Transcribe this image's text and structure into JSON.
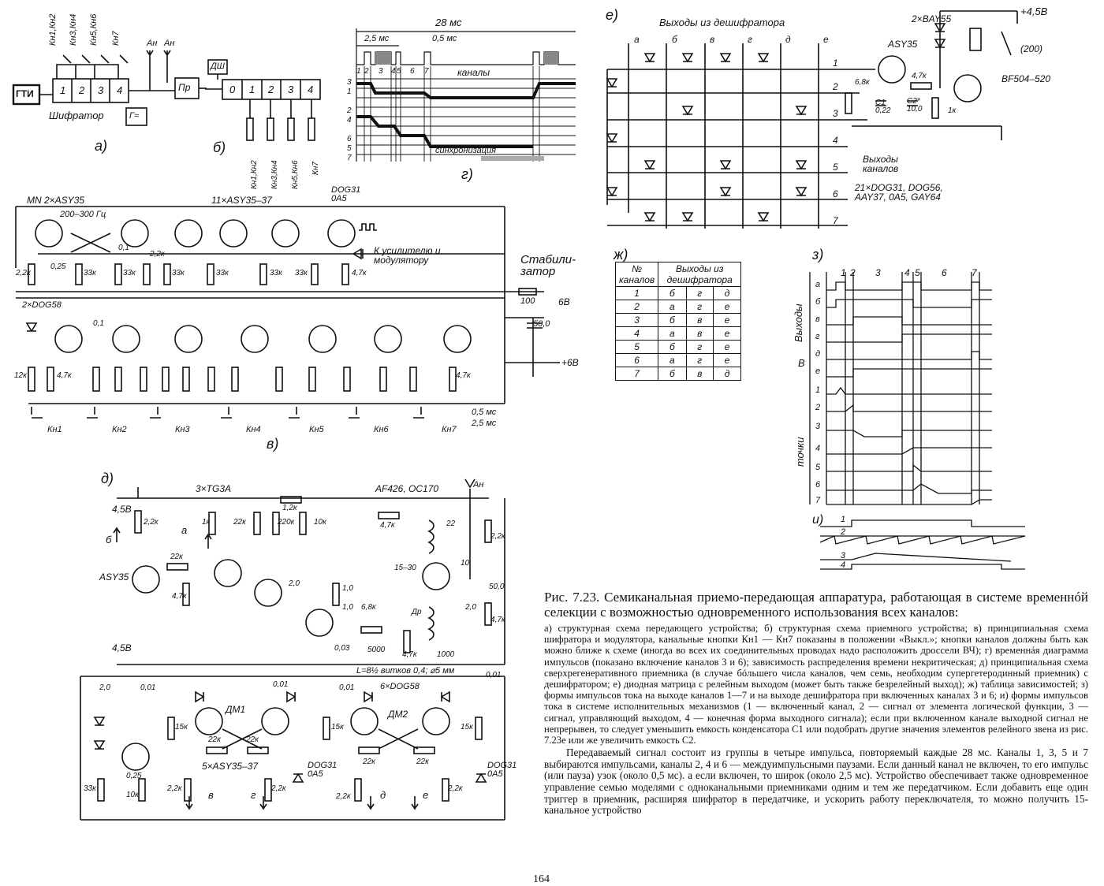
{
  "figure": {
    "panel_labels": [
      "а)",
      "б)",
      "в)",
      "г)",
      "д)",
      "е)",
      "ж)",
      "з)",
      "и)"
    ],
    "a": {
      "blocks": [
        "ГТИ",
        "1",
        "2",
        "3",
        "4",
        "Пр"
      ],
      "encoder_label": "Шифратор",
      "generator": "Г≈",
      "antenna": "Ан",
      "keys": [
        "Кн1,Кн2",
        "Кн3,Кн4",
        "Кн5,Кн6",
        "Кн7"
      ]
    },
    "b": {
      "decoder": "ДШ",
      "blocks": [
        "0",
        "1",
        "2",
        "3",
        "4"
      ],
      "outputs": [
        "Кн1,Кн2",
        "Кн3,Кн4",
        "Кн5,Кн6",
        "Кн7"
      ]
    },
    "g": {
      "period": "28 мс",
      "wide": "2,5 мс",
      "narrow": "0,5 мс",
      "channels": "каналы",
      "sync": "синхронизация",
      "slots": [
        "1",
        "2",
        "3",
        "4",
        "5",
        "6",
        "7"
      ],
      "rows": [
        "3",
        "1",
        "2",
        "4",
        "6",
        "5",
        "7"
      ]
    },
    "v": {
      "mn": "MN 2×ASY35",
      "freq": "200–300 Гц",
      "transistors": "11×ASY35–37",
      "diode": "DOG31 0A5",
      "to_amp": "К усилителю и модулятору",
      "stabilizer": "Стабили-затор",
      "v6": "6В",
      "v6b": "+6В",
      "r100": "100",
      "c50": "50,0",
      "diodes": "2×DOG58",
      "times": [
        "0,5 мс",
        "2,5 мс"
      ],
      "keys": [
        "Кн1",
        "Кн2",
        "Кн3",
        "Кн4",
        "Кн5",
        "Кн6",
        "Кн7"
      ],
      "values": [
        "2,2к",
        "0,25",
        "33к",
        "33к",
        "0,1",
        "2,2к",
        "33к",
        "33к",
        "33к",
        "33к",
        "4,7к",
        "0,1",
        "12к",
        "4,7к",
        "4,7к"
      ]
    },
    "d": {
      "supply": "4,5В",
      "supply2": "4,5В",
      "transistors3": "3×TG3A",
      "hf": "AF426, OC170",
      "antenna": "Ан",
      "asy": "ASY35",
      "dm1": "ДМ1",
      "dm2": "ДМ2",
      "diodes6": "6×DOG58",
      "trans5": "5×ASY35–37",
      "diode": "DOG31 0A5",
      "coil": "L=8½ витков 0,4; ⌀5 мм",
      "outputs": [
        "б",
        "а",
        "в",
        "г",
        "д",
        "е"
      ],
      "values": [
        "2,2к",
        "22к",
        "4,7к",
        "1к",
        "22к",
        "220к",
        "1,2к",
        "10к",
        "4,7к",
        "22",
        "2,0",
        "1,0",
        "1,0",
        "6,8к",
        "15–30",
        "Др",
        "10",
        "2,2к",
        "50,0",
        "2,0",
        "4,7к",
        "0,03",
        "5000",
        "4,7к",
        "1000",
        "2,0",
        "0,01",
        "0,01",
        "0,01",
        "0,01",
        "15к",
        "22к",
        "22к",
        "15к",
        "22к",
        "22к",
        "15к",
        "33к",
        "0,25",
        "10к",
        "2,2к",
        "2,2к",
        "2,2к",
        "2,2к"
      ]
    },
    "e": {
      "title": "Выходы из дешифратора",
      "inputs": [
        "а",
        "б",
        "в",
        "г",
        "д",
        "е"
      ],
      "rows": [
        "1",
        "2",
        "3",
        "4",
        "5",
        "6",
        "7"
      ],
      "supply": "+4,5В",
      "diodes": "2×BAY55",
      "asy": "ASY35",
      "bf": "BF504–520",
      "relay": "(200)",
      "r68": "6,8к",
      "c1": "C1 0,22",
      "c2": "C2* 10,0",
      "r47": "4,7к",
      "r1": "1к",
      "outputs_label": "Выходы каналов",
      "diode_types": "21×DOG31, DOG56, AAY37, 0A5, GAY64"
    },
    "zh": {
      "col1": "№ каналов",
      "col2": "Выходы из дешифратора",
      "rows": [
        [
          "1",
          "б",
          "г",
          "д"
        ],
        [
          "2",
          "а",
          "г",
          "е"
        ],
        [
          "3",
          "б",
          "в",
          "е"
        ],
        [
          "4",
          "а",
          "в",
          "е"
        ],
        [
          "5",
          "б",
          "г",
          "е"
        ],
        [
          "6",
          "а",
          "г",
          "е"
        ],
        [
          "7",
          "б",
          "в",
          "д"
        ]
      ]
    },
    "z": {
      "slots": [
        "1",
        "2",
        "3",
        "4",
        "5",
        "6",
        "7"
      ],
      "outputs_label": "Выходы",
      "points_label": "точки",
      "v_label": "В",
      "out_rows": [
        "а",
        "б",
        "в",
        "г",
        "д",
        "е"
      ],
      "pt_rows": [
        "1",
        "2",
        "3",
        "4",
        "5",
        "6",
        "7"
      ]
    },
    "i": {
      "rows": [
        "1",
        "2",
        "3",
        "4"
      ]
    }
  },
  "caption": {
    "title": "Рис. 7.23. Семиканальная приемо-передающая аппаратура, работающая в системе временнóй селекции с возможностью одновременного использования всех каналов:",
    "description": "а) структурная схема передающего устройства; б) структурная схема приемного устройства; в) принципиальная схема шифратора и модулятора, канальные кнопки Кн1 — Кн7 показаны в положении «Выкл.»; кнопки каналов должны быть как можно ближе к схеме (иногда во всех их соединительных проводах надо расположить дроссели ВЧ); г) временнáя диаграмма импульсов (показано включение каналов 3 и 6); зависимость распределения времени некритическая; д) принципиальная схема сверхрегенеративного приемника (в случае бóльшего числа каналов, чем семь, необходим супергетеродинный приемник) с дешифратором; е) диодная матрица с релейным выходом (может быть также безрелейный выход); ж) таблица зависимостей; з) формы импульсов тока на выходе каналов 1—7 и на выходе дешифратора при включенных каналах 3 и 6; и) формы импульсов тока в системе исполнительных механизмов (1 — включенный канал, 2 — сигнал от элемента логической функции, 3 — сигнал, управляющий выходом, 4 — конечная форма выходного сигнала); если при включенном канале выходной сигнал не непрерывен, то следует уменьшить емкость конденсатора C1 или подобрать другие значения элементов релейного звена из рис. 7.23е или же увеличить емкость C2.",
    "body": "Передаваемый сигнал состоит из группы в четыре импульса, повторяемый каждые 28 мс. Каналы 1, 3, 5 и 7 выбираются импульсами, каналы 2, 4 и 6 — междуимпульсными паузами. Если данный канал не включен, то его импульс (или пауза) узок (около 0,5 мс). а если включен, то широк (около 2,5 мс). Устройство обеспечивает также одновременное управление семью моделями с одноканальными приемниками одним и тем же передатчиком. Если добавить еще один триггер в приемник, расширяя шифратор в передатчике, и ускорить работу переключателя, то можно получить 15-канальное устройство"
  },
  "page_number": "164",
  "colors": {
    "ink": "#111111",
    "paper": "#ffffff"
  }
}
